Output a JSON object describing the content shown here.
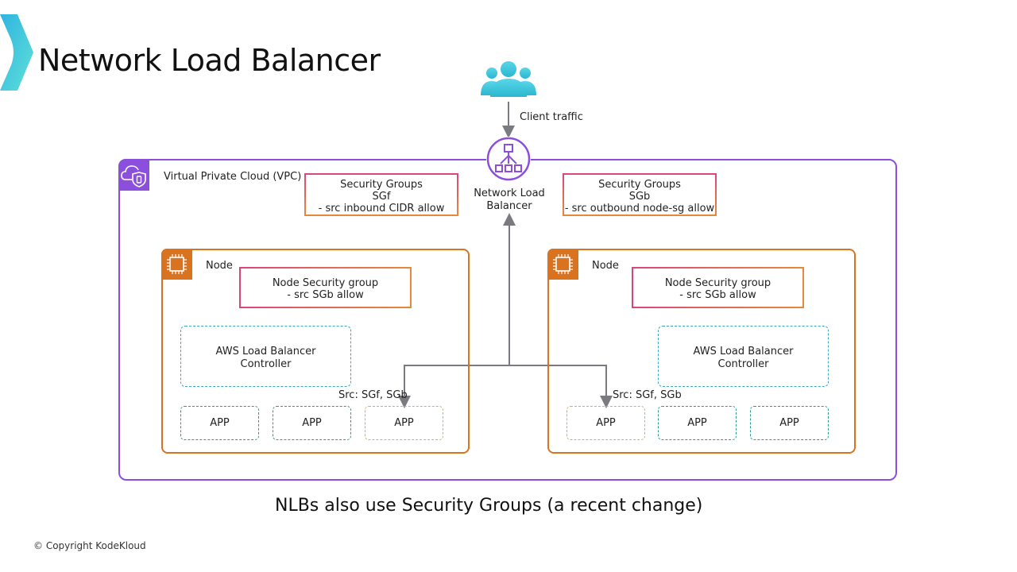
{
  "slide": {
    "title": "Network Load Balancer",
    "subtitle": "NLBs also use Security Groups (a recent change)",
    "copyright": "© Copyright KodeKloud",
    "brand_color": "#3fc6d8"
  },
  "client": {
    "icon": "users-icon",
    "traffic_label": "Client traffic"
  },
  "vpc": {
    "label": "Virtual Private Cloud (VPC)",
    "icon": "vpc-cloud-shield-icon",
    "color": "#8c4fdd"
  },
  "nlb": {
    "icon": "load-balancer-icon",
    "label_line1": "Network Load",
    "label_line2": "Balancer"
  },
  "security_groups": [
    {
      "line1": "Security Groups",
      "line2": "SGf",
      "line3": "- src inbound CIDR allow"
    },
    {
      "line1": "Security Groups",
      "line2": "SGb",
      "line3": "- src outbound node-sg  allow"
    }
  ],
  "nodes": [
    {
      "label": "Node",
      "icon": "ec2-chip-icon",
      "sg_line1": "Node Security group",
      "sg_line2": "- src SGb allow",
      "controller_line1": "AWS Load Balancer",
      "controller_line2": "Controller",
      "src_label": "Src: SGf, SGb",
      "apps": [
        "APP",
        "APP",
        "APP"
      ]
    },
    {
      "label": "Node",
      "icon": "ec2-chip-icon",
      "sg_line1": "Node Security group",
      "sg_line2": "- src SGb allow",
      "controller_line1": "AWS Load Balancer",
      "controller_line2": "Controller",
      "src_label": "Src: SGf, SGb",
      "apps": [
        "APP",
        "APP",
        "APP"
      ]
    }
  ],
  "colors": {
    "node": "#d9731f",
    "arrow": "#7a7a80",
    "app_border": "#2a9a8a",
    "target_app_border": "#e6a55e"
  }
}
